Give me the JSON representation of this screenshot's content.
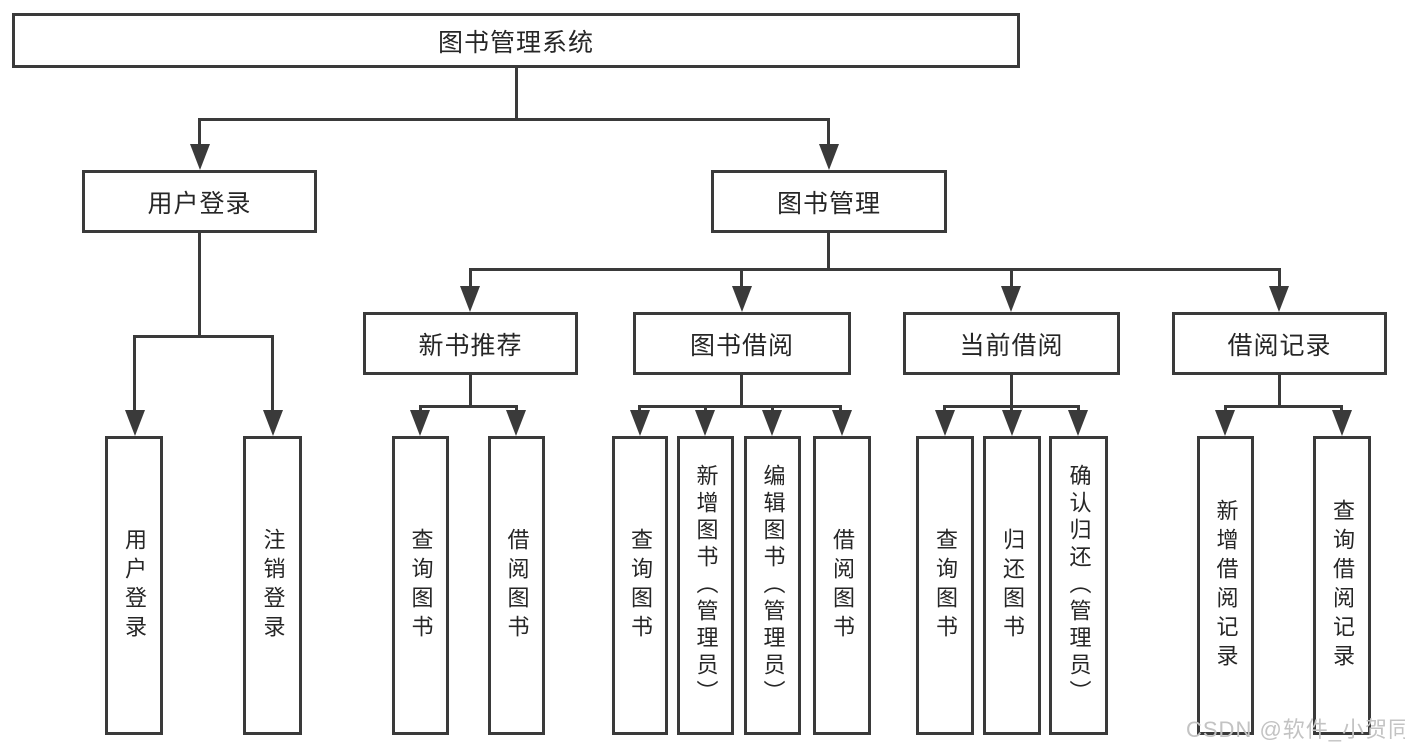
{
  "diagram": {
    "root": "图书管理系统",
    "level2": [
      "用户登录",
      "图书管理"
    ],
    "level3": [
      "新书推荐",
      "图书借阅",
      "当前借阅",
      "借阅记录"
    ],
    "leaves_login": [
      "用户登录",
      "注销登录"
    ],
    "leaves_newbook": [
      "查询图书",
      "借阅图书"
    ],
    "leaves_borrow": [
      "查询图书",
      "新增图书（管理员）",
      "编辑图书（管理员）",
      "借阅图书"
    ],
    "leaves_current": [
      "查询图书",
      "归还图书",
      "确认归还（管理员）"
    ],
    "leaves_records": [
      "新增借阅记录",
      "查询借阅记录"
    ]
  },
  "watermark": "CSDN @软件_小贺同学",
  "colors": {
    "line": "#3a3a3a",
    "text": "#262626",
    "watermark": "#c3c3c3",
    "background": "#ffffff"
  }
}
